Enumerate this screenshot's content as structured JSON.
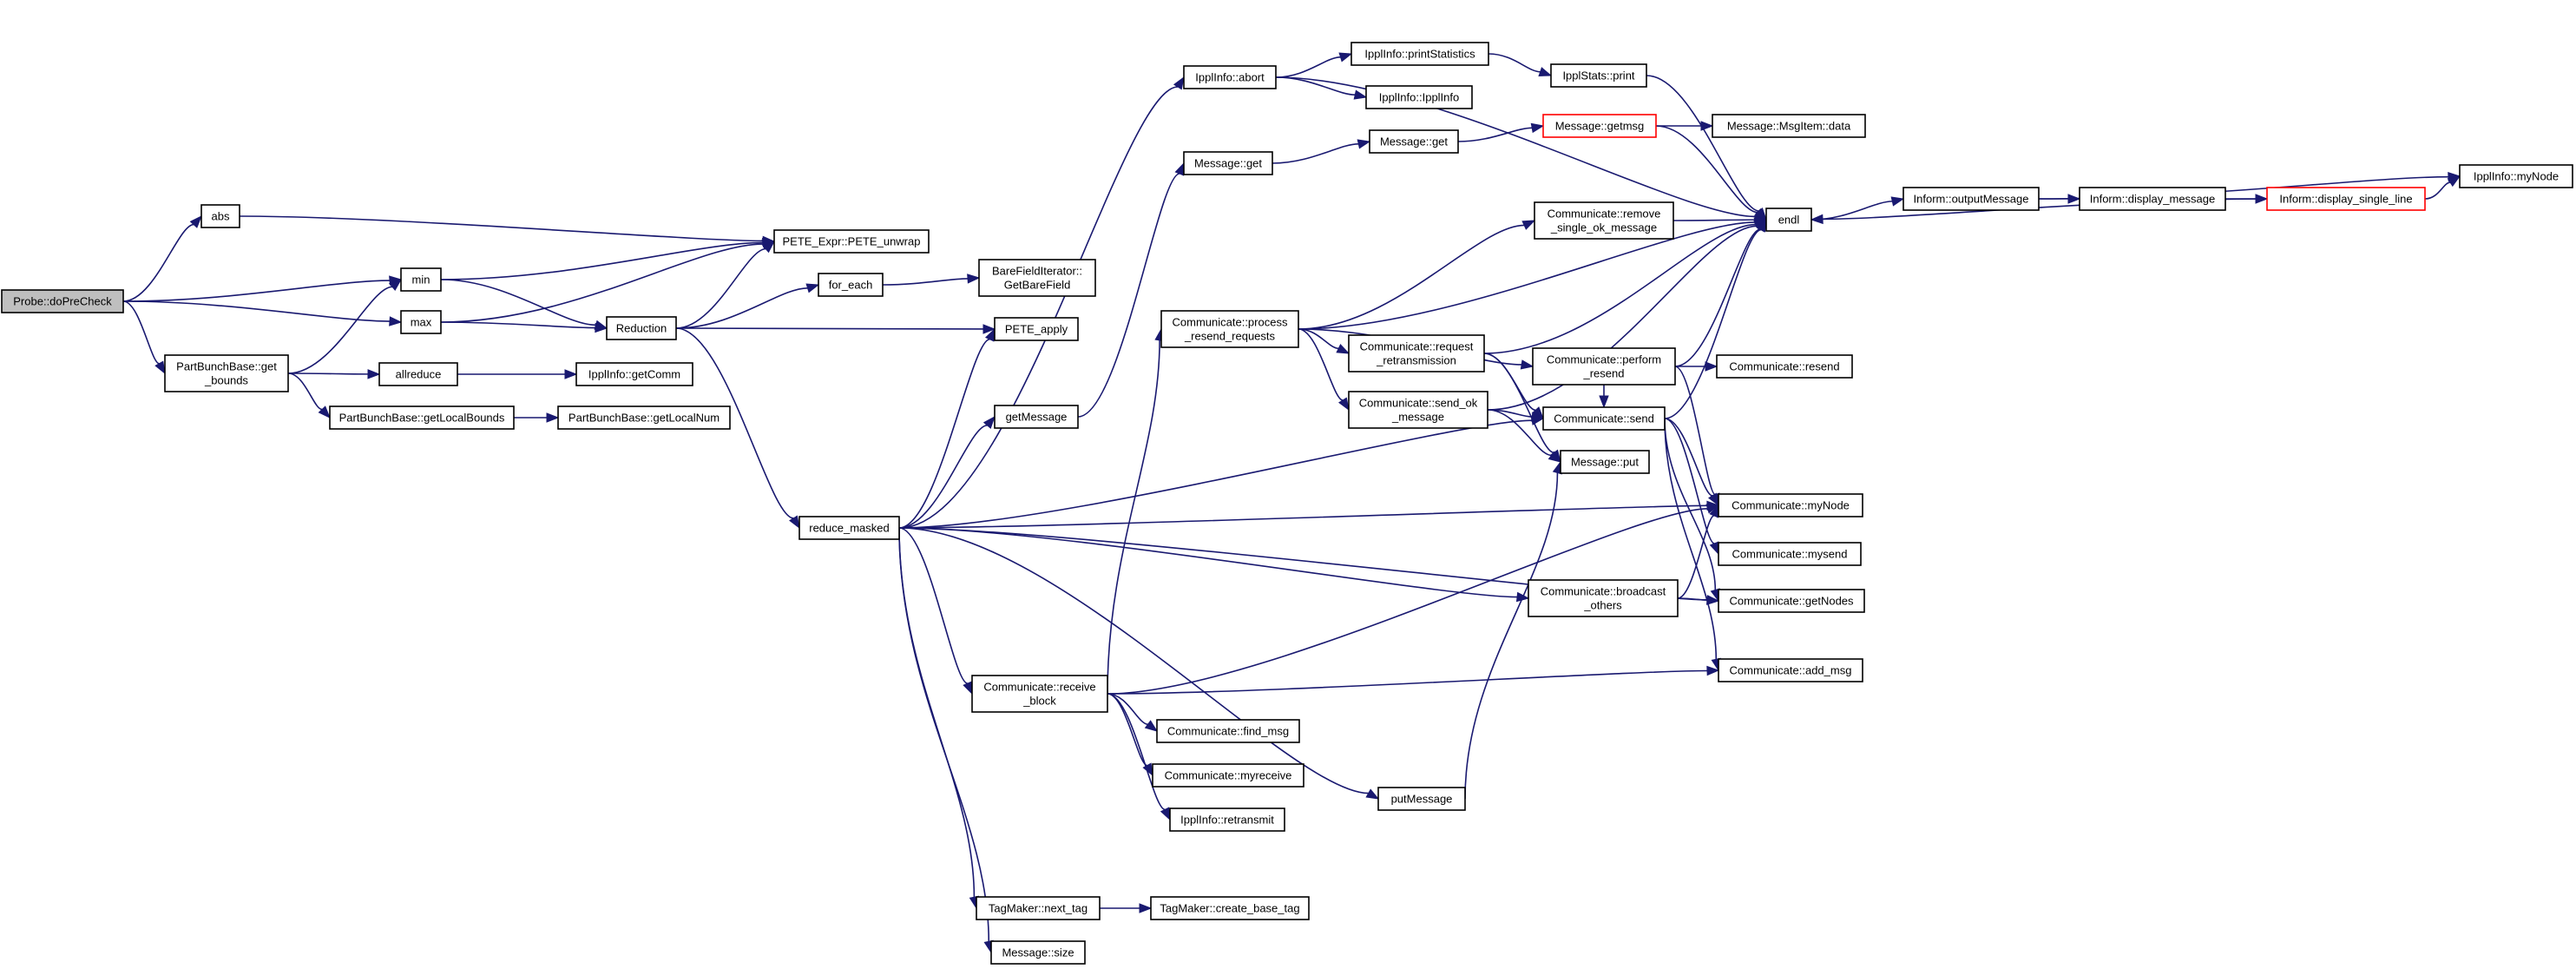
{
  "graph": {
    "edge_color": "#191970",
    "root_fill": "#bfbfbf",
    "truncated_border": "#ff0000",
    "nodes": [
      {
        "id": "root",
        "lines": [
          "Probe::doPreCheck"
        ],
        "style": "root"
      },
      {
        "id": "abs",
        "lines": [
          "abs"
        ]
      },
      {
        "id": "min",
        "lines": [
          "min"
        ]
      },
      {
        "id": "max",
        "lines": [
          "max"
        ]
      },
      {
        "id": "getbounds",
        "lines": [
          "PartBunchBase::get",
          "_bounds"
        ]
      },
      {
        "id": "unwrap",
        "lines": [
          "PETE_Expr::PETE_unwrap"
        ]
      },
      {
        "id": "reduction",
        "lines": [
          "Reduction"
        ]
      },
      {
        "id": "allreduce",
        "lines": [
          "allreduce"
        ]
      },
      {
        "id": "getlocalbounds",
        "lines": [
          "PartBunchBase::getLocalBounds"
        ]
      },
      {
        "id": "getcomm",
        "lines": [
          "IpplInfo::getComm"
        ]
      },
      {
        "id": "getlocalnum",
        "lines": [
          "PartBunchBase::getLocalNum"
        ]
      },
      {
        "id": "foreach",
        "lines": [
          "for_each"
        ]
      },
      {
        "id": "barefield",
        "lines": [
          "BareFieldIterator::",
          "GetBareField"
        ]
      },
      {
        "id": "peteapply",
        "lines": [
          "PETE_apply"
        ]
      },
      {
        "id": "reducemasked",
        "lines": [
          "reduce_masked"
        ]
      },
      {
        "id": "abort",
        "lines": [
          "IpplInfo::abort"
        ]
      },
      {
        "id": "printstats",
        "lines": [
          "IpplInfo::printStatistics"
        ]
      },
      {
        "id": "ipplinfo",
        "lines": [
          "IpplInfo::IpplInfo"
        ]
      },
      {
        "id": "statsprint",
        "lines": [
          "IpplStats::print"
        ]
      },
      {
        "id": "msgget1",
        "lines": [
          "Message::get"
        ]
      },
      {
        "id": "msgget2",
        "lines": [
          "Message::get"
        ]
      },
      {
        "id": "getmsg",
        "lines": [
          "Message::getmsg"
        ],
        "style": "truncated"
      },
      {
        "id": "msgitemdata",
        "lines": [
          "Message::MsgItem::data"
        ]
      },
      {
        "id": "getmessage",
        "lines": [
          "getMessage"
        ]
      },
      {
        "id": "processresend",
        "lines": [
          "Communicate::process",
          "_resend_requests"
        ]
      },
      {
        "id": "removeok",
        "lines": [
          "Communicate::remove",
          "_single_ok_message"
        ]
      },
      {
        "id": "reqretrans",
        "lines": [
          "Communicate::request",
          "_retransmission"
        ]
      },
      {
        "id": "sendok",
        "lines": [
          "Communicate::send_ok",
          "_message"
        ]
      },
      {
        "id": "performresend",
        "lines": [
          "Communicate::perform",
          "_resend"
        ]
      },
      {
        "id": "resend",
        "lines": [
          "Communicate::resend"
        ]
      },
      {
        "id": "send",
        "lines": [
          "Communicate::send"
        ]
      },
      {
        "id": "msgput",
        "lines": [
          "Message::put"
        ]
      },
      {
        "id": "endl",
        "lines": [
          "endl"
        ]
      },
      {
        "id": "outputmsg",
        "lines": [
          "Inform::outputMessage"
        ]
      },
      {
        "id": "displaymsg",
        "lines": [
          "Inform::display_message"
        ]
      },
      {
        "id": "displayline",
        "lines": [
          "Inform::display_single_line"
        ],
        "style": "truncated"
      },
      {
        "id": "ipplmynode",
        "lines": [
          "IpplInfo::myNode"
        ]
      },
      {
        "id": "commmynode",
        "lines": [
          "Communicate::myNode"
        ]
      },
      {
        "id": "mysend",
        "lines": [
          "Communicate::mysend"
        ]
      },
      {
        "id": "broadcast",
        "lines": [
          "Communicate::broadcast",
          "_others"
        ]
      },
      {
        "id": "getnodes",
        "lines": [
          "Communicate::getNodes"
        ]
      },
      {
        "id": "addmsg",
        "lines": [
          "Communicate::add_msg"
        ]
      },
      {
        "id": "receiveblock",
        "lines": [
          "Communicate::receive",
          "_block"
        ]
      },
      {
        "id": "findmsg",
        "lines": [
          "Communicate::find_msg"
        ]
      },
      {
        "id": "myreceive",
        "lines": [
          "Communicate::myreceive"
        ]
      },
      {
        "id": "retransmit",
        "lines": [
          "IpplInfo::retransmit"
        ]
      },
      {
        "id": "putmessage",
        "lines": [
          "putMessage"
        ]
      },
      {
        "id": "nexttag",
        "lines": [
          "TagMaker::next_tag"
        ]
      },
      {
        "id": "createtag",
        "lines": [
          "TagMaker::create_base_tag"
        ]
      },
      {
        "id": "msgsize",
        "lines": [
          "Message::size"
        ]
      }
    ],
    "edges": [
      [
        "root",
        "abs"
      ],
      [
        "root",
        "min"
      ],
      [
        "root",
        "max"
      ],
      [
        "root",
        "getbounds"
      ],
      [
        "abs",
        "unwrap"
      ],
      [
        "min",
        "unwrap"
      ],
      [
        "min",
        "reduction"
      ],
      [
        "max",
        "unwrap"
      ],
      [
        "max",
        "reduction"
      ],
      [
        "getbounds",
        "min"
      ],
      [
        "getbounds",
        "allreduce"
      ],
      [
        "getbounds",
        "getlocalbounds"
      ],
      [
        "allreduce",
        "getcomm"
      ],
      [
        "getlocalbounds",
        "getlocalnum"
      ],
      [
        "reduction",
        "unwrap"
      ],
      [
        "reduction",
        "foreach"
      ],
      [
        "reduction",
        "peteapply"
      ],
      [
        "reduction",
        "reducemasked"
      ],
      [
        "foreach",
        "barefield"
      ],
      [
        "reducemasked",
        "abort"
      ],
      [
        "reducemasked",
        "peteapply"
      ],
      [
        "reducemasked",
        "getmessage"
      ],
      [
        "reducemasked",
        "send"
      ],
      [
        "reducemasked",
        "commmynode"
      ],
      [
        "reducemasked",
        "broadcast"
      ],
      [
        "reducemasked",
        "getnodes"
      ],
      [
        "reducemasked",
        "receiveblock"
      ],
      [
        "reducemasked",
        "putmessage"
      ],
      [
        "reducemasked",
        "nexttag"
      ],
      [
        "reducemasked",
        "msgsize"
      ],
      [
        "abort",
        "printstats"
      ],
      [
        "abort",
        "ipplinfo"
      ],
      [
        "abort",
        "endl"
      ],
      [
        "printstats",
        "statsprint"
      ],
      [
        "statsprint",
        "endl"
      ],
      [
        "getmessage",
        "msgget1"
      ],
      [
        "msgget1",
        "msgget2"
      ],
      [
        "msgget2",
        "getmsg"
      ],
      [
        "getmsg",
        "msgitemdata"
      ],
      [
        "getmsg",
        "endl"
      ],
      [
        "processresend",
        "endl"
      ],
      [
        "processresend",
        "removeok"
      ],
      [
        "processresend",
        "reqretrans"
      ],
      [
        "processresend",
        "sendok"
      ],
      [
        "processresend",
        "performresend"
      ],
      [
        "removeok",
        "endl"
      ],
      [
        "reqretrans",
        "endl"
      ],
      [
        "reqretrans",
        "send"
      ],
      [
        "reqretrans",
        "msgput"
      ],
      [
        "sendok",
        "endl"
      ],
      [
        "sendok",
        "send"
      ],
      [
        "sendok",
        "msgput"
      ],
      [
        "performresend",
        "endl"
      ],
      [
        "performresend",
        "resend"
      ],
      [
        "performresend",
        "send"
      ],
      [
        "performresend",
        "commmynode"
      ],
      [
        "send",
        "endl"
      ],
      [
        "send",
        "commmynode"
      ],
      [
        "send",
        "mysend"
      ],
      [
        "send",
        "getnodes"
      ],
      [
        "send",
        "addmsg"
      ],
      [
        "endl",
        "outputmsg"
      ],
      [
        "outputmsg",
        "displaymsg"
      ],
      [
        "outputmsg",
        "ipplmynode"
      ],
      [
        "displaymsg",
        "displayline"
      ],
      [
        "displayline",
        "ipplmynode"
      ],
      [
        "displayline",
        "endl"
      ],
      [
        "broadcast",
        "commmynode"
      ],
      [
        "broadcast",
        "getnodes"
      ],
      [
        "receiveblock",
        "processresend"
      ],
      [
        "receiveblock",
        "commmynode"
      ],
      [
        "receiveblock",
        "addmsg"
      ],
      [
        "receiveblock",
        "findmsg"
      ],
      [
        "receiveblock",
        "myreceive"
      ],
      [
        "receiveblock",
        "retransmit"
      ],
      [
        "putmessage",
        "msgput"
      ],
      [
        "nexttag",
        "createtag"
      ]
    ]
  }
}
